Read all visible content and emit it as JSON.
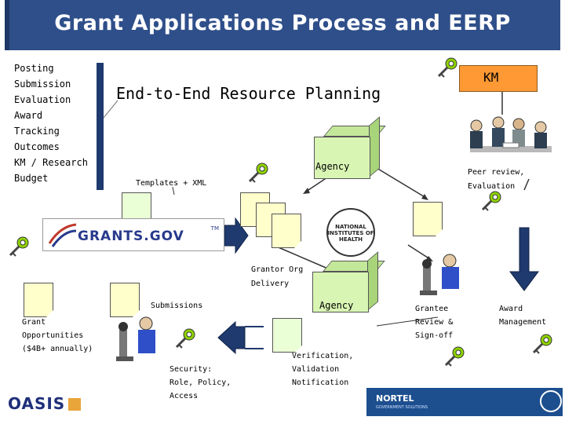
{
  "title": "Grant Applications Process and EERP",
  "menu": [
    "Posting",
    "Submission",
    "Evaluation",
    "Award",
    "Tracking",
    "Outcomes",
    "KM / Research",
    "Budget"
  ],
  "banner": "End-to-End Resource Planning",
  "km": "KM",
  "labels": {
    "agency_top": "Agency",
    "agency_bottom": "Agency",
    "templates": "Templates + XML",
    "peer_review": [
      "Peer review,",
      "Evaluation"
    ],
    "grantor": [
      "Grantor Org",
      "Delivery"
    ],
    "submissions": "Submissions",
    "grant_opps": [
      "Grant",
      "Opportunities",
      "($4B+ annually)"
    ],
    "grantee": [
      "Grantee",
      "Review &",
      "Sign-off"
    ],
    "award": [
      "Award",
      "Management"
    ],
    "verification": [
      "Verification,",
      "Validation",
      "Notification"
    ],
    "security": [
      "Security:",
      "Role, Policy,",
      "Access"
    ]
  },
  "logos": {
    "grants": "GRANTS.GOV",
    "grants_tm": "TM",
    "nih": "NATIONAL INSTITUTES OF HEALTH",
    "oasis": "OASIS",
    "nortel": "NORTEL",
    "nortel_sub": "GOVERNMENT SOLUTIONS"
  },
  "colors": {
    "title_bar": "#2f4f8a",
    "km_box": "#ff9933",
    "arrow_fill": "#1f3a6e",
    "doc_fill": "#ffffcc",
    "cube_fill": "#d9f5b4"
  },
  "icons": [
    "key-icon",
    "scientist-icon",
    "meeting-icon",
    "document-icon",
    "arrow-icon"
  ]
}
